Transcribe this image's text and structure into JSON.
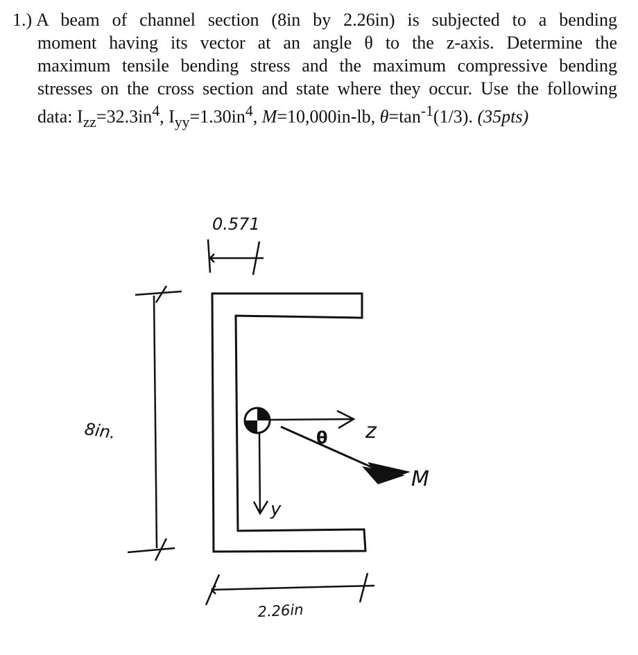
{
  "problem": {
    "number": "1.)",
    "line1": "A beam of channel section (8in by 2.26in) is subjected to a bending",
    "line2": "moment having its vector at an angle θ to the z-axis. Determine the",
    "line3": "maximum tensile bending stress and the maximum compressive bending",
    "line4": "stresses on the cross section and state where they occur. Use the following",
    "line5_pre": "data: I",
    "izz_sub": "zz",
    "izz_value": "=32.3in",
    "sup4": "4",
    "iyy_pre": ", I",
    "iyy_sub": "yy",
    "iyy_value": "=1.30in",
    "sep1": ", ",
    "m_symbol": "M",
    "m_value": "=10,000in-lb, ",
    "theta_symbol": "θ",
    "theta_eq": "=tan",
    "neg1": "-1",
    "theta_arg": "(1/3). ",
    "points": "(35pts)"
  },
  "figure": {
    "flange_dim": "0.571",
    "depth_dim": "8in.",
    "width_dim": "2.26in",
    "axis_z": "z",
    "axis_y": "y",
    "angle_label": "θ",
    "moment_label": "M"
  }
}
